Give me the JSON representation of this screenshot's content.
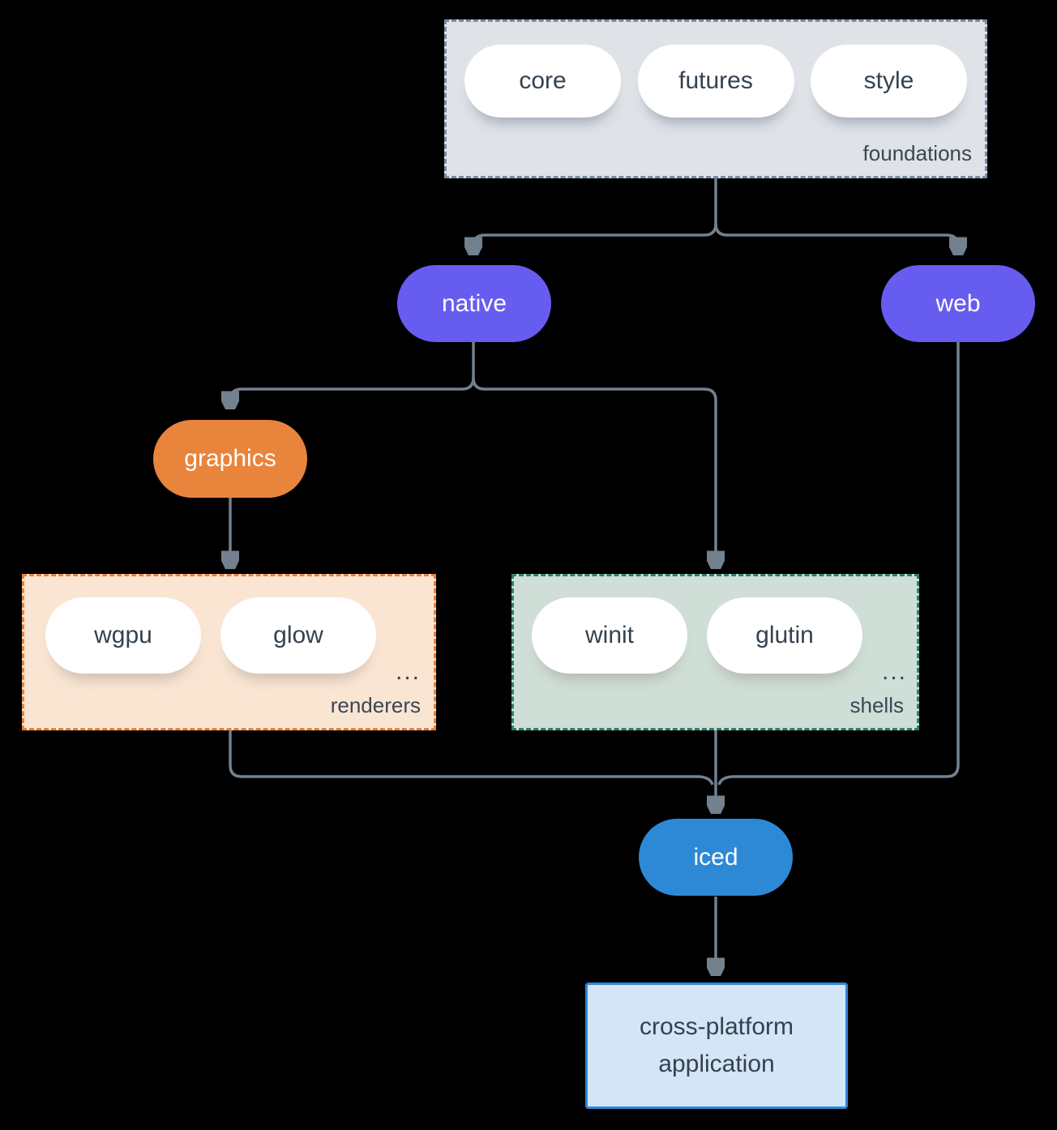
{
  "groups": {
    "foundations": {
      "label": "foundations"
    },
    "renderers": {
      "label": "renderers",
      "ellipsis": "..."
    },
    "shells": {
      "label": "shells",
      "ellipsis": "..."
    }
  },
  "nodes": {
    "core": "core",
    "futures": "futures",
    "style": "style",
    "native": "native",
    "web": "web",
    "graphics": "graphics",
    "wgpu": "wgpu",
    "glow": "glow",
    "winit": "winit",
    "glutin": "glutin",
    "iced": "iced",
    "application": "cross-platform application"
  },
  "colors": {
    "background": "#000000",
    "connector": "#73818F",
    "text_dark": "#35414E",
    "pill_white": "#FFFFFF",
    "node_purple": "#675CF0",
    "node_orange": "#E8843C",
    "node_blue": "#2D89D6",
    "foundations_bg": "#DFE3E8",
    "foundations_border": "#7B8BA1",
    "renderers_bg": "#FAE5D3",
    "renderers_border": "#E8833A",
    "shells_bg": "#CFDFD7",
    "shells_border": "#2E7F6D",
    "app_bg": "#D4E5F7",
    "app_border": "#2F86D8"
  }
}
